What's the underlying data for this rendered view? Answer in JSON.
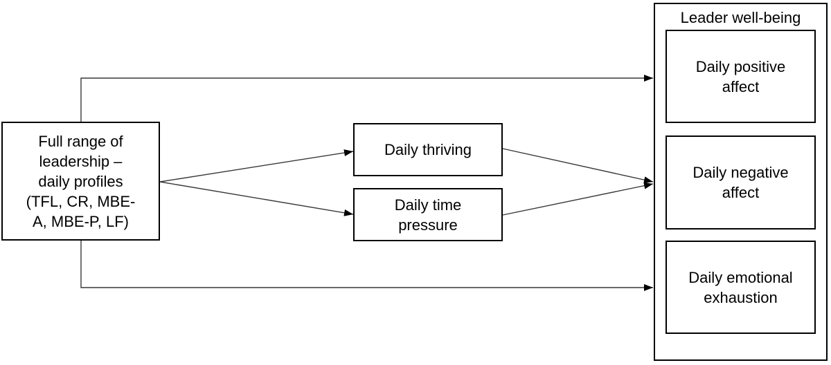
{
  "diagram": {
    "nodes": {
      "leadership": {
        "label": [
          "Full range of",
          "leadership –",
          "daily profiles",
          "(TFL, CR, MBE-",
          "A, MBE-P, LF)"
        ]
      },
      "thriving": {
        "label": [
          "Daily thriving"
        ]
      },
      "time_pressure": {
        "label": [
          "Daily time",
          "pressure"
        ]
      },
      "wellbeing_group": {
        "title": "Leader well-being"
      },
      "positive_affect": {
        "label": [
          "Daily positive",
          "affect"
        ]
      },
      "negative_affect": {
        "label": [
          "Daily negative",
          "affect"
        ]
      },
      "emotional_exhaustion": {
        "label": [
          "Daily emotional",
          "exhaustion"
        ]
      }
    },
    "edges": [
      {
        "from": "leadership",
        "to": "leader_wellbeing",
        "at": "positive_affect"
      },
      {
        "from": "leadership",
        "to": "thriving"
      },
      {
        "from": "leadership",
        "to": "time_pressure"
      },
      {
        "from": "thriving",
        "to": "leader_wellbeing",
        "at": "negative_affect"
      },
      {
        "from": "time_pressure",
        "to": "leader_wellbeing",
        "at": "negative_affect"
      },
      {
        "from": "leadership",
        "to": "leader_wellbeing",
        "at": "emotional_exhaustion"
      }
    ],
    "colors": {
      "border": "#000000",
      "line": "#373737",
      "text": "#000000",
      "background": "#ffffff"
    }
  }
}
